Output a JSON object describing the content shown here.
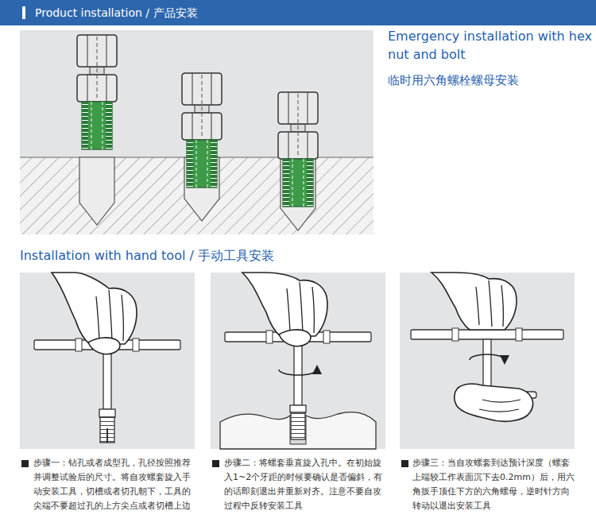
{
  "diagram": {
    "nodes": [
      {
        "text": [
          "Product installation / 产品安装"
        ]
      }
    ],
    "labels": [
      "Emergency installation with hex nut and bolt",
      "临时用六角螺栓螺母安装",
      "Installation with hand tool / 手动工具安装",
      "步骤一：钻孔或者成型孔，孔径按照推荐并调整试验后的尺寸。将自攻螺套旋入手动安装工具，切槽或者切孔朝下，工具的尖端不要超过孔的上方尖点或者切槽上边",
      "步骤二：将螺套垂直旋入孔中。在初始旋入1~2个牙距的时候要确认是否偏斜，有的话即刻退出并重新对齐。注意不要自攻过程中反转安装工具",
      "步骤三：当自攻螺套到达预计深度（螺套上端较工作表面沉下去0.2mm）后，用六角扳手顶住下方的六角螺母，逆时针方向转动以退出安装工具"
    ]
  }
}
